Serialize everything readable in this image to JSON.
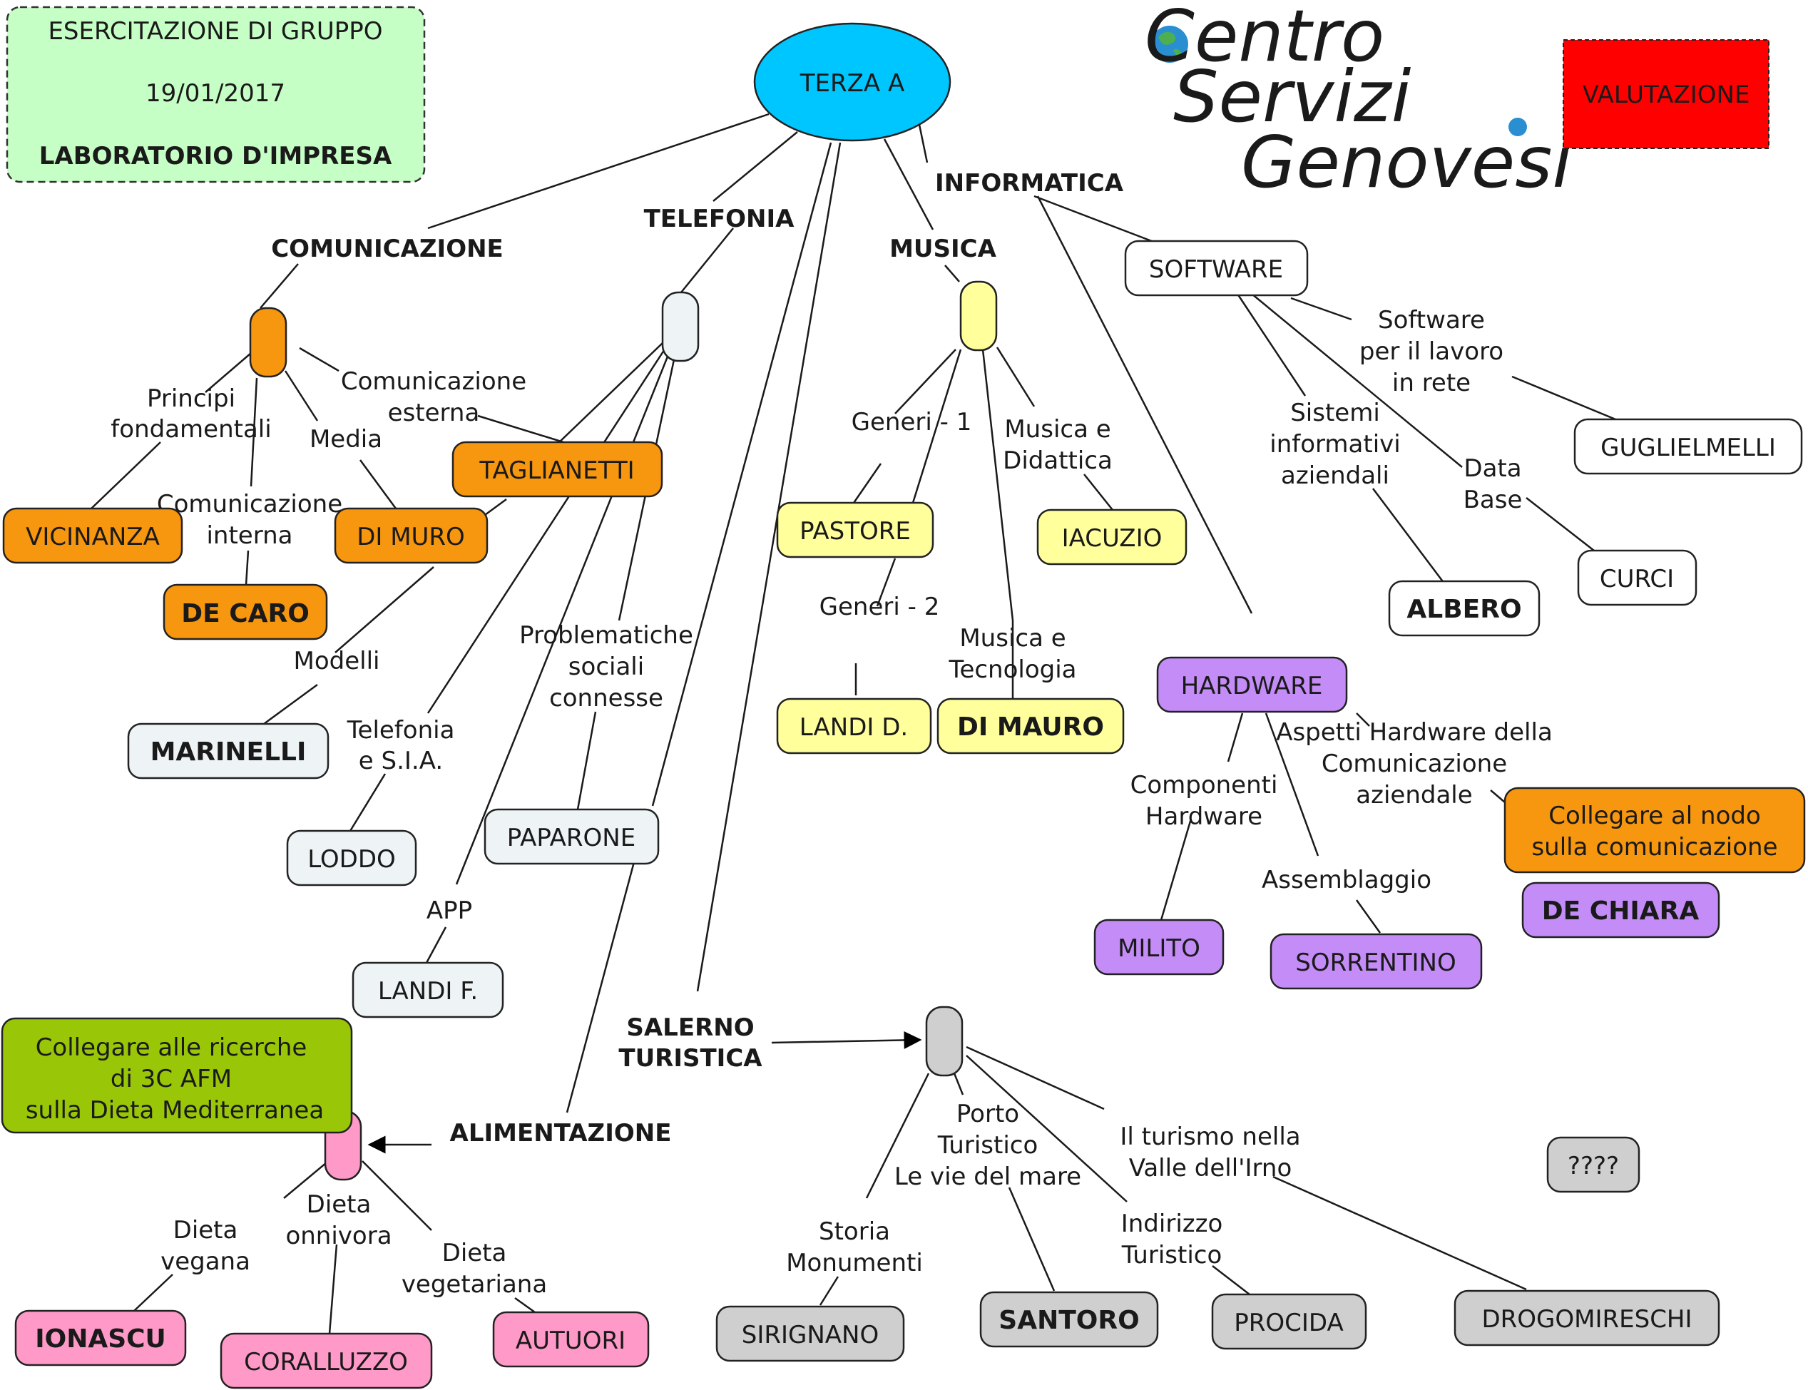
{
  "colors": {
    "orange": "#f7960f",
    "light": "#eef3f5",
    "yellow": "#ffff9c",
    "purple": "#c48cf7",
    "gray": "#cfcfcf",
    "pink": "#ff99c7",
    "green_note": "#99c707",
    "header_box": "#c6ffc6",
    "root": "#00c6ff",
    "valutazione": "#ff0000",
    "globe": "#2a8fd1"
  },
  "header": {
    "line1": "ESERCITAZIONE DI GRUPPO",
    "line2": "19/01/2017",
    "line3": "LABORATORIO D'IMPRESA"
  },
  "logo": {
    "line1": "Centro",
    "line2": "Servizi",
    "line3": "Genovesi"
  },
  "valutazione": "VALUTAZIONE",
  "root": "TERZA A",
  "topics": {
    "comunicazione": "COMUNICAZIONE",
    "telefonia": "TELEFONIA",
    "musica": "MUSICA",
    "informatica": "INFORMATICA",
    "salerno1": "SALERNO",
    "salerno2": "TURISTICA",
    "alimentazione": "ALIMENTAZIONE"
  },
  "labels": {
    "principi1": "Principi",
    "principi2": "fondamentali",
    "comest1": "Comunicazione",
    "comest2": "esterna",
    "media": "Media",
    "comint1": "Comunicazione",
    "comint2": "interna",
    "modelli": "Modelli",
    "telsia1": "Telefonia",
    "telsia2": "e S.I.A.",
    "app": "APP",
    "probl1": "Problematiche",
    "probl2": "sociali",
    "probl3": "connesse",
    "generi1": "Generi - 1",
    "generi2": "Generi - 2",
    "musdid1": "Musica e",
    "musdid2": "Didattica",
    "mustec1": "Musica e",
    "mustec2": "Tecnologia",
    "swrete1": "Software",
    "swrete2": "per il lavoro",
    "swrete3": "in rete",
    "sist1": "Sistemi",
    "sist2": "informativi",
    "sist3": "aziendali",
    "db1": "Data",
    "db2": "Base",
    "comp1": "Componenti",
    "comp2": "Hardware",
    "asphw1": "Aspetti Hardware della",
    "asphw2": "Comunicazione",
    "asphw3": "aziendale",
    "assembl": "Assemblaggio",
    "porto1": "Porto",
    "porto2": "Turistico",
    "porto3": "Le vie del mare",
    "turismo1": "Il turismo nella",
    "turismo2": "Valle dell'Irno",
    "storia1": "Storia",
    "storia2": "Monumenti",
    "indir1": "Indirizzo",
    "indir2": "Turistico",
    "dvegana1": "Dieta",
    "dvegana2": "vegana",
    "donniv1": "Dieta",
    "donniv2": "onnivora",
    "dveget1": "Dieta",
    "dveget2": "vegetariana"
  },
  "nodes": {
    "vicinanza": "VICINANZA",
    "de_caro": "DE CARO",
    "di_muro": "DI MURO",
    "taglianetti": "TAGLIANETTI",
    "marinelli": "MARINELLI",
    "loddo": "LODDO",
    "paparone": "PAPARONE",
    "landi_f": "LANDI F.",
    "pastore": "PASTORE",
    "iacuzio": "IACUZIO",
    "landi_d": "LANDI D.",
    "di_mauro": "DI MAURO",
    "software": "SOFTWARE",
    "guglielmelli": "GUGLIELMELLI",
    "albero": "ALBERO",
    "curci": "CURCI",
    "hardware": "HARDWARE",
    "milito": "MILITO",
    "sorrentino": "SORRENTINO",
    "de_chiara": "DE CHIARA",
    "sirignano": "SIRIGNANO",
    "santoro": "SANTORO",
    "procida": "PROCIDA",
    "drogomireschi": "DROGOMIRESCHI",
    "question": "????",
    "ionascu": "IONASCU",
    "coralluzzo": "CORALLUZZO",
    "autuori": "AUTUORI"
  },
  "notes": {
    "collegare_com1": "Collegare al nodo",
    "collegare_com2": "sulla comunicazione",
    "collegare_ric1": "Collegare alle ricerche",
    "collegare_ric2": "di 3C AFM",
    "collegare_ric3": "sulla Dieta Mediterranea"
  }
}
